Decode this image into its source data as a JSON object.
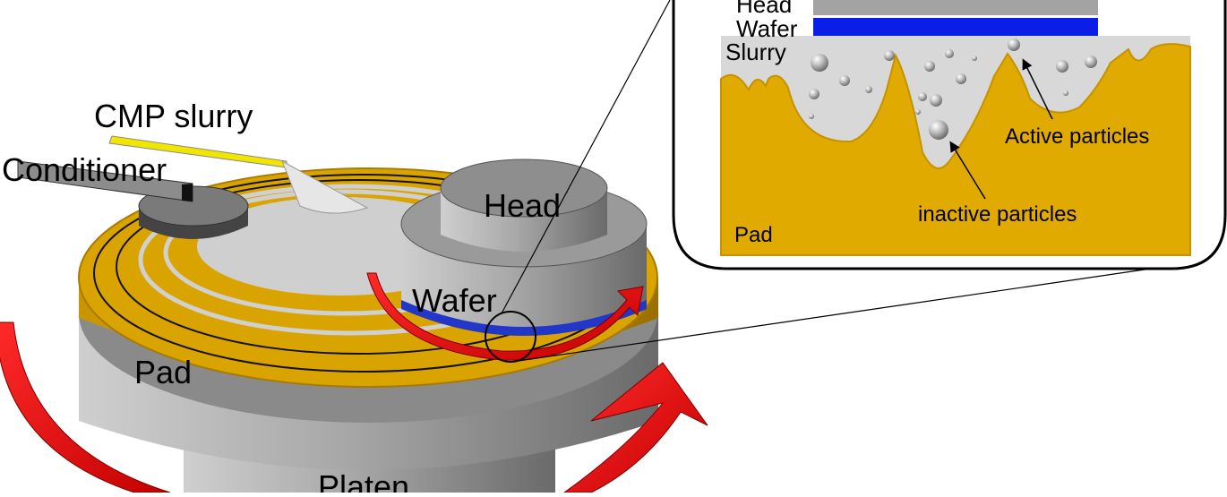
{
  "labels": {
    "cmp_slurry": "CMP slurry",
    "conditioner": "Conditioner",
    "head": "Head",
    "wafer": "Wafer",
    "pad": "Pad",
    "platen": "Platen"
  },
  "inset": {
    "head": "Head",
    "wafer": "Wafer",
    "slurry": "Slurry",
    "pad": "Pad",
    "active_particles": "Active particles",
    "inactive_particles": "inactive particles"
  },
  "colors": {
    "pad_gold": "#d9a400",
    "pad_gold_dark": "#a87a00",
    "metal_gray": "#9c9c9c",
    "metal_dark": "#6e6e6e",
    "wafer_blue": "#0a1ee8",
    "rotation_arrow_red": "#ee0000",
    "slurry_gray": "#d8d8d8",
    "slurry_feed_yellow": "#f2e600"
  }
}
